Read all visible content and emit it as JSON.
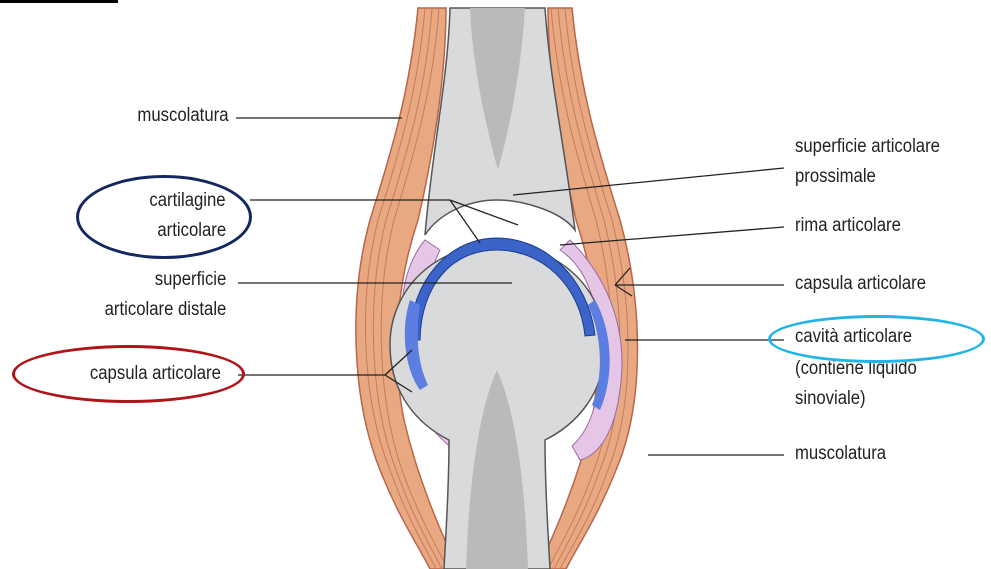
{
  "labels": {
    "muscolatura_left": "muscolatura",
    "cartilagine_1": "cartilagine",
    "cartilagine_2": "articolare",
    "superficie_distale_1": "superficie",
    "superficie_distale_2": "articolare distale",
    "capsula_left": "capsula articolare",
    "superficie_prossimale_1": "superficie articolare",
    "superficie_prossimale_2": "prossimale",
    "rima": "rima articolare",
    "capsula_right": "capsula articolare",
    "cavita": "cavità articolare",
    "contiene_1": "(contiene liquido",
    "contiene_2": "sinoviale)",
    "muscolatura_right": "muscolatura"
  },
  "colors": {
    "muscle": "#e8a882",
    "muscle_stripe": "#b9664a",
    "bone": "#d9dadb",
    "marrow": "#b9babb",
    "cartilage_blue": "#3c63c7",
    "capsule_pink": "#e6c6e6",
    "ring_navy": "#14285f",
    "ring_red": "#b01418",
    "ring_cyan": "#20b4e8"
  }
}
